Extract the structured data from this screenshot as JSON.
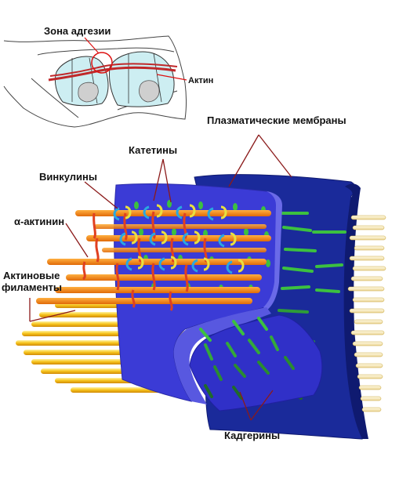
{
  "labels": {
    "adhesion_zone": "Зона адгезии",
    "actin": "Актин",
    "plasma_membranes": "Плазматические мембраны",
    "catenins": "Катетины",
    "vinculins": "Винкулины",
    "alpha_actinin": "α-актинин",
    "actin_filaments_line1": "Актиновые",
    "actin_filaments_line2": "филаменты",
    "cadherins": "Кадгерины"
  },
  "colors": {
    "membrane_front": "#3b3bd6",
    "membrane_back": "#1a2a9a",
    "membrane_dark": "#0f1a70",
    "actin_filament": "#f28a10",
    "yellow_filament": "#f4c21a",
    "alpha_actinin": "#e04020",
    "vinculin": "#2aa8e0",
    "catenin": "#e8e040",
    "cadherin": "#3cc040",
    "actin_belt": "#c0282a",
    "pointer_line": "#8b1a1a"
  }
}
